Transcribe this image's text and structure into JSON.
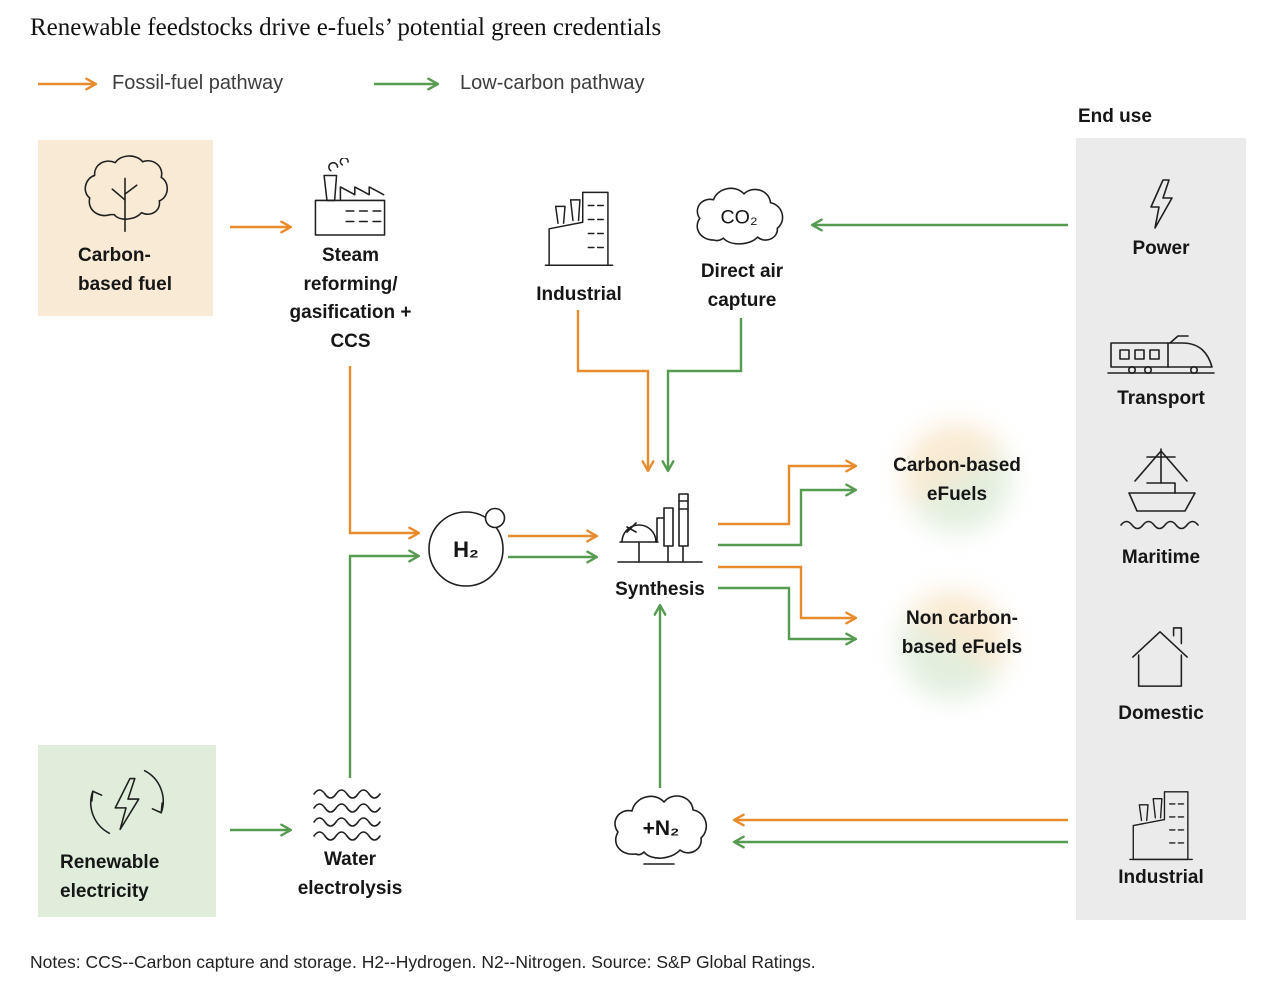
{
  "title": "Renewable feedstocks drive e-fuels’ potential green credentials",
  "legend": {
    "fossil_label": "Fossil-fuel pathway",
    "low_carbon_label": "Low-carbon pathway"
  },
  "colors": {
    "fossil_orange": "#E78B2D",
    "low_carbon_green": "#579A52",
    "carbon_fuel_box_bg": "#F8EAD5",
    "renewable_box_bg": "#DFEDDA",
    "end_use_panel_bg": "#EBEBEB"
  },
  "nodes": {
    "carbon_fuel": {
      "label": "Carbon-based fuel",
      "icon": "tree-icon"
    },
    "steam_reforming": {
      "label": "Steam reforming/ gasification + CCS",
      "icon": "steam-factory-icon"
    },
    "industrial_top": {
      "label": "Industrial",
      "icon": "factory-icon"
    },
    "direct_air_capture": {
      "label": "Direct air capture",
      "molecule": "CO₂",
      "icon": "cloud-icon"
    },
    "hydrogen": {
      "label": "H₂",
      "icon": "molecule-circle-icon"
    },
    "synthesis": {
      "label": "Synthesis",
      "icon": "refinery-icon"
    },
    "carbon_efuels": {
      "label": "Carbon-based eFuels"
    },
    "non_carbon_efuels": {
      "label": "Non carbon-based eFuels"
    },
    "nitrogen": {
      "label": "+N₂",
      "icon": "cloud-icon"
    },
    "renewable_electricity": {
      "label": "Renewable electricity",
      "icon": "renewable-energy-icon"
    },
    "water_electrolysis": {
      "label": "Water electrolysis",
      "icon": "waves-icon"
    }
  },
  "end_use": {
    "title": "End use",
    "items": [
      {
        "label": "Power",
        "icon": "lightning-icon"
      },
      {
        "label": "Transport",
        "icon": "train-icon"
      },
      {
        "label": "Maritime",
        "icon": "ship-icon"
      },
      {
        "label": "Domestic",
        "icon": "house-icon"
      },
      {
        "label": "Industrial",
        "icon": "factory-icon"
      }
    ]
  },
  "notes": "Notes: CCS--Carbon capture and storage. H2--Hydrogen. N2--Nitrogen. Source: S&P Global Ratings."
}
